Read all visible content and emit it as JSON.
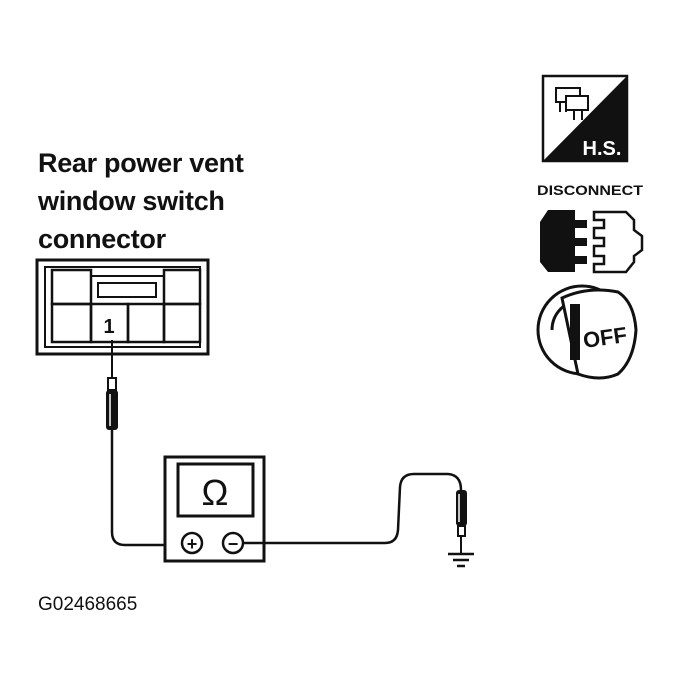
{
  "connector": {
    "title_lines": [
      "Rear power vent",
      "window switch",
      "connector"
    ],
    "terminal_label": "1"
  },
  "meter": {
    "symbol": "Ω",
    "positive_label": "+",
    "negative_label": "−"
  },
  "badges": {
    "hs_label": "H.S.",
    "disconnect_label": "DISCONNECT",
    "off_label": "OFF",
    "icons": [
      "harness-side-icon",
      "disconnect-connector-icon",
      "ignition-off-key-icon",
      "ground-symbol-icon"
    ]
  },
  "figure_id": "G02468665",
  "colors": {
    "ink": "#111111",
    "background": "#ffffff"
  }
}
